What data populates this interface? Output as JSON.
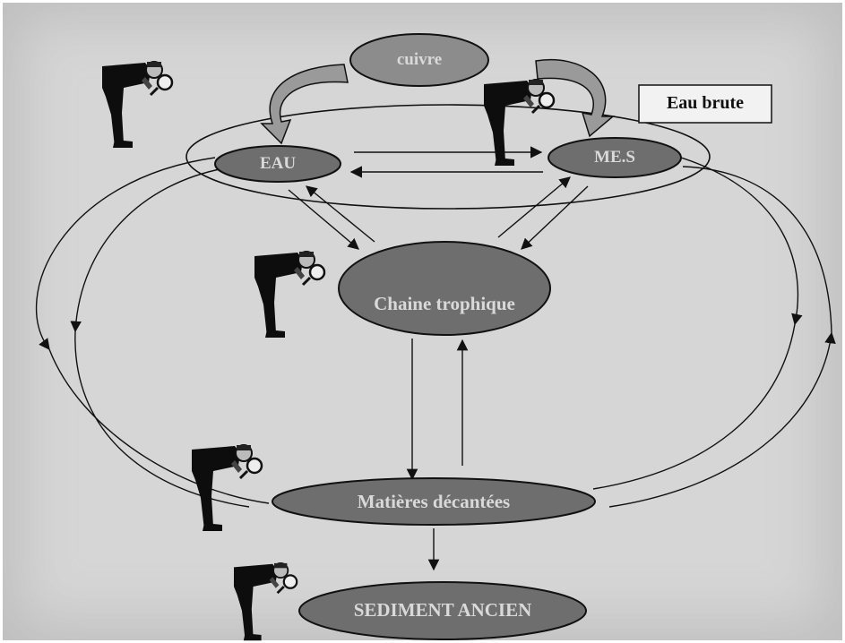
{
  "labels": {
    "copper": "cuivre",
    "raw_water": "Eau brute",
    "water": "EAU",
    "suspended_matter": "ME.S",
    "food_chain": "Chaine trophique",
    "settled_matter": "Matières décantées",
    "old_sediment": "SEDIMENT ANCIEN"
  },
  "icons": {
    "observer": "person-with-magnifying-glass-icon",
    "curved_arrow": "curved-arrow-icon"
  },
  "colors": {
    "background": "#d6d6d6",
    "node_fill_dark": "#6e6e6e",
    "node_fill_light": "#8c8c8c",
    "stroke": "#111111",
    "label_light": "#d9d9d9"
  }
}
